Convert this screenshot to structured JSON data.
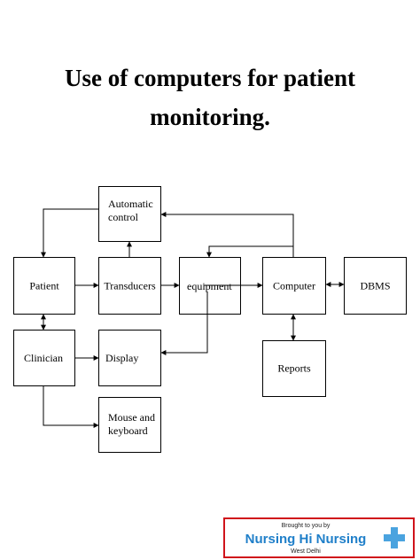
{
  "title": {
    "line1": "Use of computers for patient",
    "line2": "monitoring."
  },
  "diagram": {
    "nodes": {
      "automatic_control": "Automatic\ncontrol",
      "patient": "Patient",
      "transducers": "Transducers",
      "equipment": "equipment",
      "computer": "Computer",
      "dbms": "DBMS",
      "clinician": "Clinician",
      "display": "Display",
      "reports": "Reports",
      "mouse_keyboard": "Mouse and\nkeyboard"
    },
    "edges": [
      {
        "from": "automatic_control",
        "to": "patient"
      },
      {
        "from": "transducers",
        "to": "automatic_control"
      },
      {
        "from": "computer",
        "to": "automatic_control"
      },
      {
        "from": "patient",
        "to": "transducers"
      },
      {
        "from": "transducers",
        "to": "equipment"
      },
      {
        "from": "equipment",
        "to": "computer"
      },
      {
        "from": "computer",
        "to": "equipment"
      },
      {
        "from": "computer",
        "to": "dbms",
        "bidirectional": true
      },
      {
        "from": "patient",
        "to": "clinician",
        "bidirectional": true
      },
      {
        "from": "computer",
        "to": "reports",
        "bidirectional": true
      },
      {
        "from": "clinician",
        "to": "display"
      },
      {
        "from": "clinician",
        "to": "mouse_keyboard"
      },
      {
        "from": "equipment",
        "to": "display"
      }
    ]
  },
  "badge": {
    "tagline": "Brought to you by",
    "brand": "Nursing Hi Nursing",
    "location": "West Delhi",
    "accent_color": "#1f7fc9",
    "border_color": "#d0131b"
  }
}
